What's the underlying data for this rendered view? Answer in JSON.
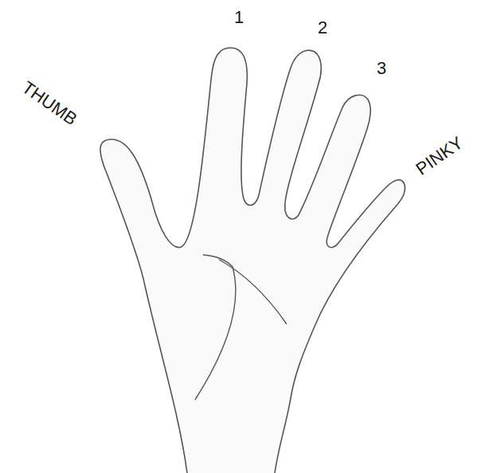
{
  "diagram": {
    "labels": [
      "THUMB",
      "1",
      "2",
      "3",
      "PINKY"
    ]
  }
}
